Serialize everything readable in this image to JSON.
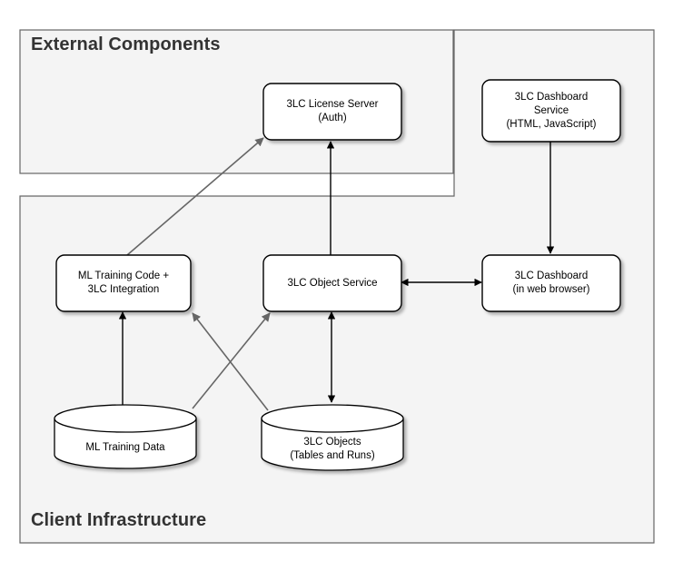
{
  "diagram": {
    "title_external": "External Components",
    "title_client": "Client Infrastructure",
    "colors": {
      "group_fill": "#f4f4f4",
      "group_stroke": "#666666",
      "node_fill": "#ffffff",
      "node_stroke": "#000000",
      "arrow_black": "#000000",
      "arrow_gray": "#666666",
      "title_text": "#333333",
      "node_text": "#000000",
      "page_background": "#ffffff"
    },
    "groups": [
      {
        "id": "external",
        "label": "External Components"
      },
      {
        "id": "client",
        "label": "Client Infrastructure"
      }
    ],
    "nodes": [
      {
        "id": "license-server",
        "shape": "rounded-rectangle",
        "label": "3LC License Server\n(Auth)",
        "group": "external"
      },
      {
        "id": "dashboard-service",
        "shape": "rounded-rectangle",
        "label": "3LC Dashboard\nService\n(HTML, JavaScript)",
        "group": "client"
      },
      {
        "id": "ml-training-code",
        "shape": "rounded-rectangle",
        "label": "ML Training Code +\n3LC Integration",
        "group": "client"
      },
      {
        "id": "object-service",
        "shape": "rounded-rectangle",
        "label": "3LC Object Service",
        "group": "client"
      },
      {
        "id": "dashboard-browser",
        "shape": "rounded-rectangle",
        "label": "3LC Dashboard\n(in web browser)",
        "group": "client"
      },
      {
        "id": "ml-training-data",
        "shape": "cylinder",
        "label": "ML Training Data",
        "group": "client"
      },
      {
        "id": "3lc-objects",
        "shape": "cylinder",
        "label": "3LC Objects\n(Tables and Runs)",
        "group": "client"
      }
    ],
    "edges": [
      {
        "id": "ml-code-to-license",
        "from": "ml-training-code",
        "to": "license-server",
        "direction": "one-way",
        "color": "gray"
      },
      {
        "id": "object-service-to-license",
        "from": "object-service",
        "to": "license-server",
        "direction": "one-way",
        "color": "black"
      },
      {
        "id": "dashboard-service-to-browser",
        "from": "dashboard-service",
        "to": "dashboard-browser",
        "direction": "one-way",
        "color": "black"
      },
      {
        "id": "object-service-to-dashboard-browser",
        "from": "object-service",
        "to": "dashboard-browser",
        "direction": "two-way",
        "color": "black"
      },
      {
        "id": "training-data-to-ml-code",
        "from": "ml-training-data",
        "to": "ml-training-code",
        "direction": "one-way",
        "color": "black"
      },
      {
        "id": "training-data-to-objects-store",
        "from": "ml-training-data",
        "to": "3lc-objects",
        "direction": "one-way",
        "color": "gray"
      },
      {
        "id": "objects-to-ml-code",
        "from": "3lc-objects",
        "to": "ml-training-code",
        "direction": "one-way",
        "color": "gray"
      },
      {
        "id": "object-service-to-objects",
        "from": "object-service",
        "to": "3lc-objects",
        "direction": "two-way",
        "color": "black"
      }
    ]
  }
}
